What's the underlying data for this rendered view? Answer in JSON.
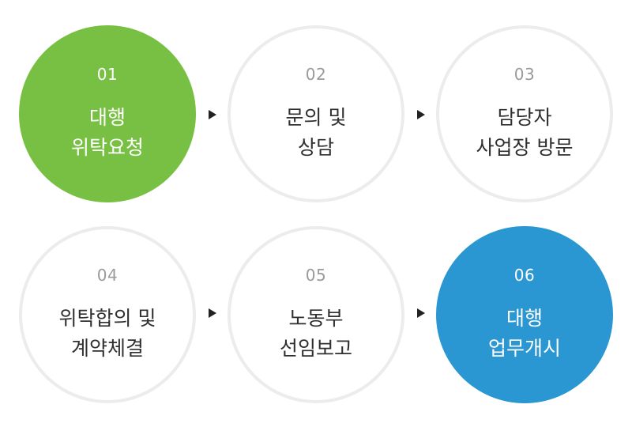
{
  "colors": {
    "step_green": "#78c043",
    "step_blue": "#2a97d3",
    "ring_gray": "#ececec",
    "arrow": "#222222"
  },
  "steps": [
    {
      "number": "01",
      "line1": "대행",
      "line2": "위탁요청",
      "style": "green"
    },
    {
      "number": "02",
      "line1": "문의 및",
      "line2": "상담",
      "style": "plain"
    },
    {
      "number": "03",
      "line1": "담당자",
      "line2": "사업장 방문",
      "style": "plain"
    },
    {
      "number": "04",
      "line1": "위탁합의 및",
      "line2": "계약체결",
      "style": "plain"
    },
    {
      "number": "05",
      "line1": "노동부",
      "line2": "선임보고",
      "style": "plain"
    },
    {
      "number": "06",
      "line1": "대행",
      "line2": "업무개시",
      "style": "blue"
    }
  ]
}
